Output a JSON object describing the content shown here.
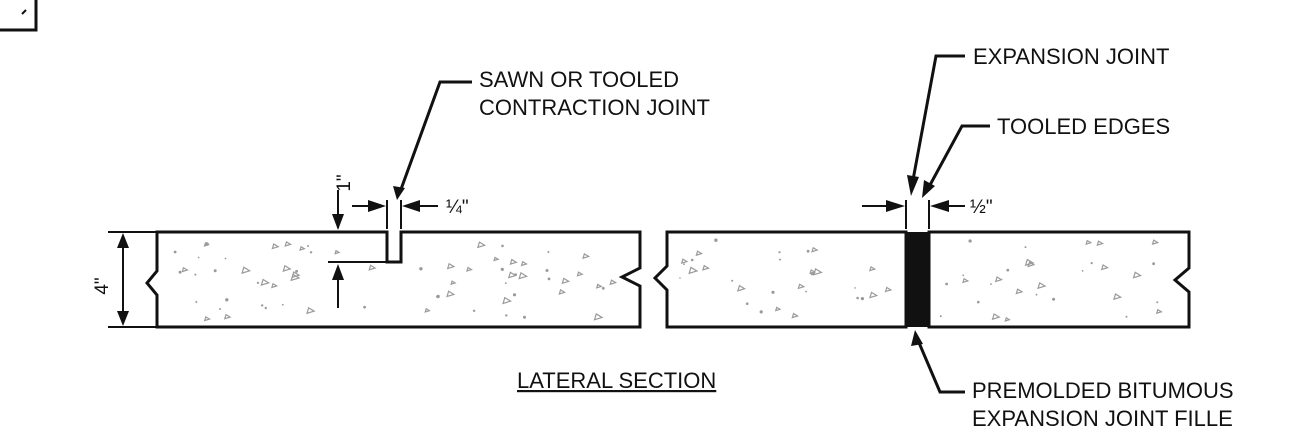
{
  "diagram": {
    "title": "LATERAL SECTION",
    "labels": {
      "contraction_joint_line1": "SAWN OR TOOLED",
      "contraction_joint_line2": "CONTRACTION JOINT",
      "expansion_joint": "EXPANSION JOINT",
      "tooled_edges": "TOOLED EDGES",
      "filler_line1": "PREMOLDED BITUMOUS",
      "filler_line2": "EXPANSION JOINT FILLE"
    },
    "dimensions": {
      "slab_thickness": "4\"",
      "joint_depth": "1\"",
      "contraction_joint_width": "¼\"",
      "expansion_joint_width": "½\""
    },
    "colors": {
      "line": "#111111",
      "filler": "#111111",
      "aggregate": "#9a9a9a"
    }
  }
}
